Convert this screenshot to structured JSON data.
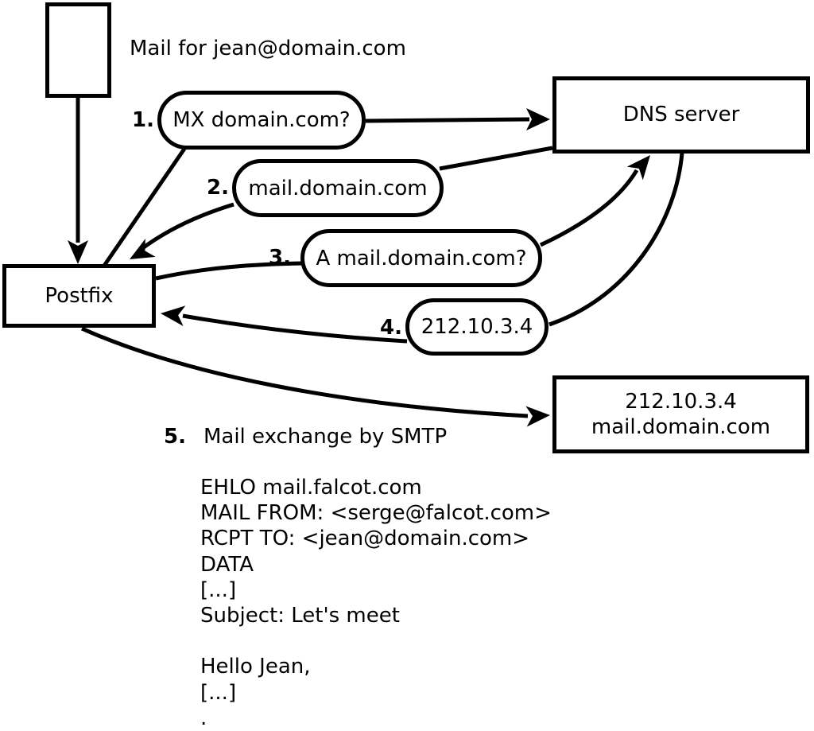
{
  "canvas": {
    "bg": "#ffffff",
    "stroke": "#000000"
  },
  "title_note": "Mail for jean@domain.com",
  "nodes": {
    "postfix": "Postfix",
    "dns_server": "DNS server",
    "mail_server_ip": "212.10.3.4",
    "mail_server_host": "mail.domain.com"
  },
  "steps": [
    {
      "num": "1.",
      "label": "MX domain.com?"
    },
    {
      "num": "2.",
      "label": "mail.domain.com"
    },
    {
      "num": "3.",
      "label": "A mail.domain.com?"
    },
    {
      "num": "4.",
      "label": "212.10.3.4"
    },
    {
      "num": "5.",
      "label": "Mail exchange by SMTP"
    }
  ],
  "smtp_session": {
    "lines": [
      "EHLO mail.falcot.com",
      "MAIL FROM: <serge@falcot.com>",
      "RCPT TO: <jean@domain.com>",
      "DATA",
      "[...]",
      "Subject: Let's meet",
      "",
      "Hello Jean,",
      "[...]",
      "."
    ]
  }
}
